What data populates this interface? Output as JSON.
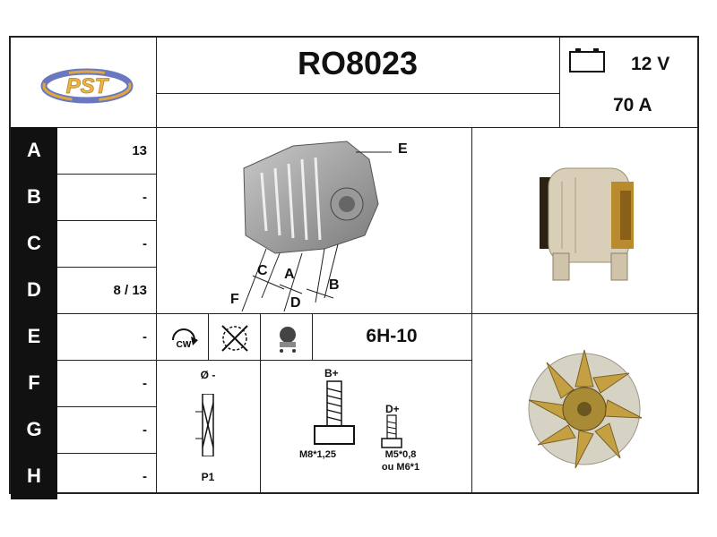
{
  "header": {
    "logo_text": "PST",
    "part_number": "RO8023",
    "voltage": "12 V",
    "amperage": "70 A",
    "battery_icon": "battery-icon"
  },
  "dimensions": [
    {
      "letter": "A",
      "value": "13"
    },
    {
      "letter": "B",
      "value": "-"
    },
    {
      "letter": "C",
      "value": "-"
    },
    {
      "letter": "D",
      "value": "8 / 13"
    },
    {
      "letter": "E",
      "value": "-"
    },
    {
      "letter": "F",
      "value": "-"
    },
    {
      "letter": "G",
      "value": "-"
    },
    {
      "letter": "H",
      "value": "-"
    }
  ],
  "diagram_labels": {
    "a": "A",
    "b": "B",
    "c": "C",
    "d": "D",
    "e": "E",
    "f": "F"
  },
  "rotation": {
    "direction_label": "CW",
    "connector_code": "6H-10"
  },
  "pulley": {
    "diameter_label": "Ø -",
    "pulley_label": "P1"
  },
  "terminals": {
    "b_plus_label": "B+",
    "b_plus_thread": "M8*1,25",
    "d_plus_label": "D+",
    "d_plus_thread_1": "M5*0,8",
    "d_plus_thread_2": "ou M6*1"
  }
}
